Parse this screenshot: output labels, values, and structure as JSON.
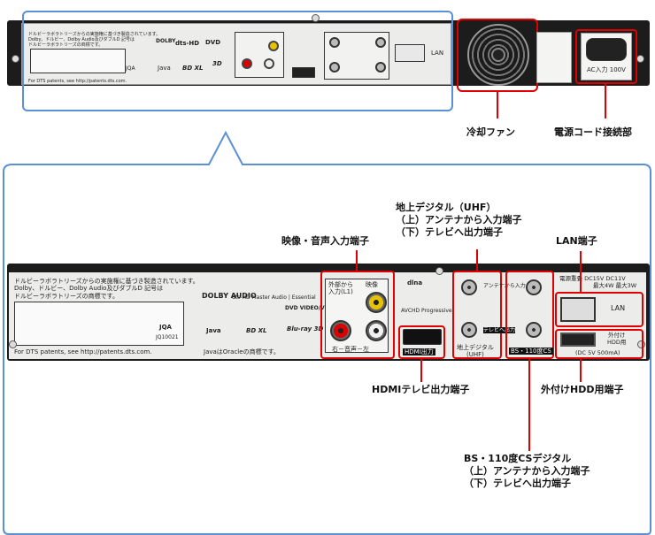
{
  "colors": {
    "highlight": "#e00000",
    "callout": "#5b8fd6",
    "panel": "#1c1c1c",
    "label": "#f4f4f2"
  },
  "labels": {
    "fan": "冷却ファン",
    "power": "電源コード接続部",
    "av_input": "映像・音声入力端子",
    "terrestrial": [
      "地上デジタル（UHF）",
      "（上）アンテナから入力端子",
      "（下）テレビへ出力端子"
    ],
    "lan_port": "LAN端子",
    "hdmi_port": "HDMIテレビ出力端子",
    "hdd_port": "外付けHDD用端子",
    "bs": [
      "BS・110度CSデジタル",
      "（上）アンテナから入力端子",
      "（下）テレビへ出力端子"
    ]
  },
  "panel_text": {
    "notice": [
      "ドルビーラボラトリーズからの実施権に基づき製造されています。",
      "Dolby、ドルビー、Dolby Audio及びダブルD 記号は",
      "ドルビーラボラトリーズの商標です。"
    ],
    "dts_patents": "For DTS patents, see http://patents.dts.com.",
    "java_trademark": "JavaはOracleの商標です。",
    "av_box_label": [
      "外部から",
      "入力(L1)"
    ],
    "video": "映像",
    "audio": "右－音声－左",
    "hdmi": "HDMI出力",
    "antenna_in": "アンテナから入力",
    "tv_out": "テレビへ出力",
    "terrestrial_box": [
      "地上デジタル",
      "(UHF)"
    ],
    "bs_box": "BS・110度CS",
    "power_spec": [
      "電源重畳",
      "DC15V",
      "DC11V",
      "最大4W",
      "最大3W"
    ],
    "lan": "LAN",
    "hdd_box": [
      "外付け",
      "HDD用"
    ],
    "hdd_spec": "(DC 5V 500mA)",
    "ac_input": "AC入力 100V",
    "jqa": "JQA",
    "jqa_code": "JQ10021"
  },
  "logos": [
    "DOLBY AUDIO",
    "dts-HD Master Audio | Essential",
    "DVD VIDEO/VR",
    "Blu-ray 3D",
    "BD XL",
    "Java",
    "dlna",
    "AVCHD Progressive"
  ]
}
